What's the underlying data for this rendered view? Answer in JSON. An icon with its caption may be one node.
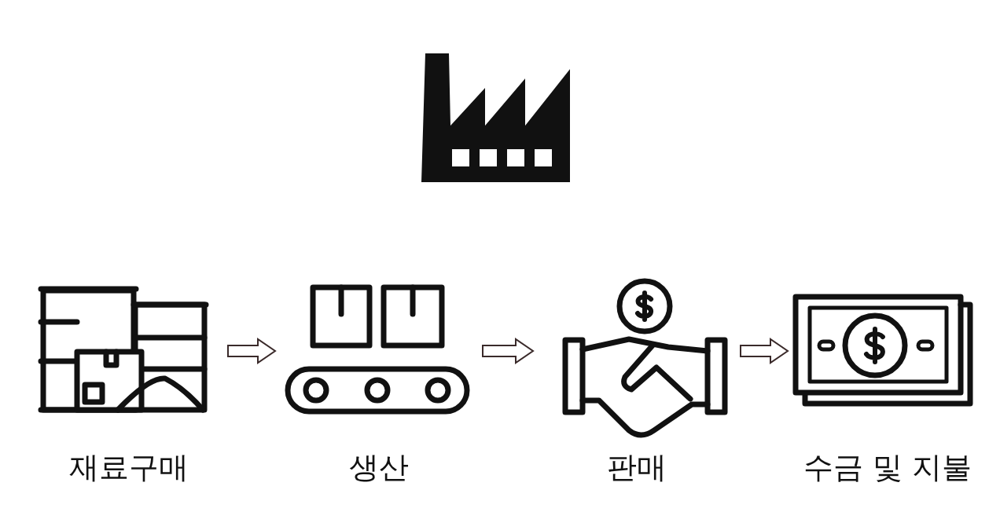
{
  "diagram": {
    "nodes": [
      {
        "text": [
          "재료구매"
        ]
      },
      {
        "text": [
          "생산"
        ]
      },
      {
        "text": [
          "판매"
        ]
      },
      {
        "text": [
          "수금 및 지불"
        ]
      }
    ],
    "edges": [
      {
        "from": 0,
        "to": 1,
        "arrow": "to"
      },
      {
        "from": 1,
        "to": 2,
        "arrow": "to"
      },
      {
        "from": 2,
        "to": 3,
        "arrow": "to"
      }
    ]
  }
}
